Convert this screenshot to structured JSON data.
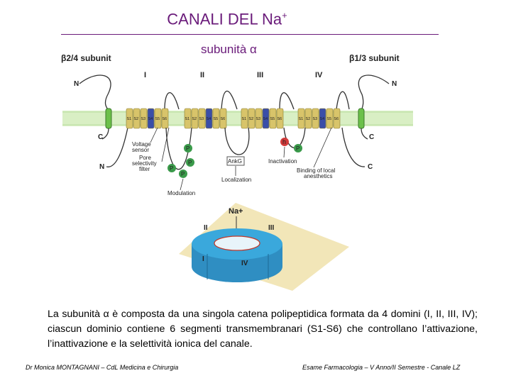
{
  "slide": {
    "title": "CANALI DEL Na",
    "title_sup": "+",
    "subtitle": "subunità α",
    "caption": "La subunità α è composta da una singola catena polipeptidica formata da 4 domini (I, II, III, IV); ciascun dominio contiene 6 segmenti transmembranari (S1-S6) che controllano l’attivazione, l’inattivazione e la selettività ionica del canale.",
    "footer_left": "Dr Monica MONTAGNANI – CdL Medicina e Chirurgia",
    "footer_right": "Esame Farmacologia – V Anno/II Semestre - Canale LZ"
  },
  "figure": {
    "beta_left": "β2/4 subunit",
    "beta_right": "β1/3 subunit",
    "domains": [
      "I",
      "II",
      "III",
      "IV"
    ],
    "n_label": "N",
    "c_label": "C",
    "segments": [
      "S1",
      "S2",
      "S3",
      "S4",
      "S5",
      "S6"
    ],
    "voltage_sensor": [
      "Voltage",
      "sensor"
    ],
    "pore_filter": [
      "Pore",
      "selectivity",
      "filter"
    ],
    "modulation": "Modulation",
    "localization": "Localization",
    "ankg": "AnkG",
    "inactivation": "Inactivation",
    "binding": [
      "Binding of local",
      "anesthetics"
    ],
    "p_label": "P",
    "h_label": "h",
    "ion": "Na+",
    "cyl_domains": [
      "I",
      "II",
      "III",
      "IV"
    ]
  },
  "colors": {
    "title": "#6a1b7a",
    "membrane": "#d9efc4",
    "segment": "#d8c46a",
    "s4_segment": "#3a4ea8",
    "beta_helix": "#6cc04a",
    "cylinder": "#3aa8dc",
    "phospho": "#3a9a4a",
    "h_gate": "#d23a3a",
    "floor": "#f2e6b8"
  }
}
